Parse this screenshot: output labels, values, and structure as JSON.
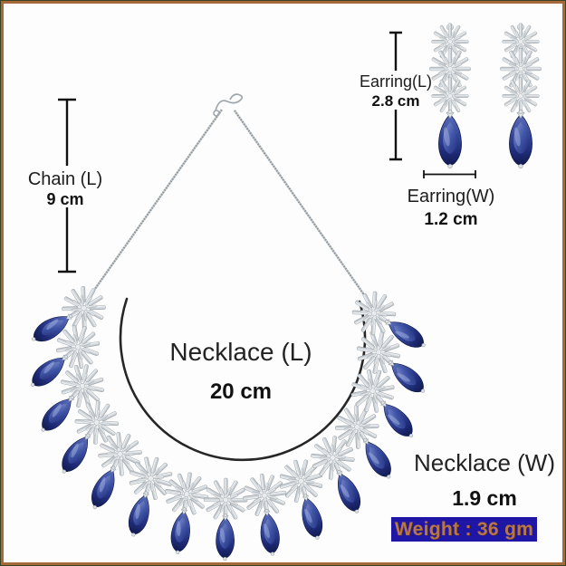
{
  "annotations": {
    "chain_length": {
      "label": "Chain (L)",
      "value": "9 cm"
    },
    "earring_length": {
      "label": "Earring(L)",
      "value": "2.8 cm"
    },
    "earring_width": {
      "label": "Earring(W)",
      "value": "1.2 cm"
    },
    "necklace_length": {
      "label": "Necklace (L)",
      "value": "20 cm"
    },
    "necklace_width": {
      "label": "Necklace (W)",
      "value": "1.9 cm"
    }
  },
  "weight_badge": {
    "text": "Weight : 36 gm"
  },
  "colors": {
    "frame_border": "#a5693a",
    "weight_badge_bg": "#1f16a6",
    "weight_badge_text": "#b5764a",
    "stone_blue": "#2c3b8e",
    "metal_silver": "#ccd2d6",
    "measure_line": "#111111",
    "necklace_arc": "#262626"
  }
}
